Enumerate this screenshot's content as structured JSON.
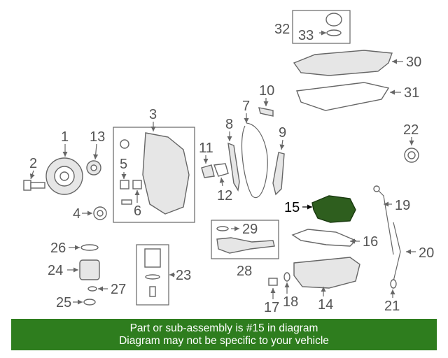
{
  "diagram": {
    "highlighted_part": "15",
    "highlight_color": "#2e5e1e",
    "callouts": [
      "1",
      "2",
      "3",
      "4",
      "5",
      "6",
      "7",
      "8",
      "9",
      "10",
      "11",
      "12",
      "13",
      "15",
      "16",
      "17",
      "18",
      "19",
      "20",
      "21",
      "22",
      "23",
      "24",
      "25",
      "26",
      "27",
      "28",
      "29",
      "30",
      "31",
      "32",
      "33",
      "14"
    ]
  },
  "banner": {
    "line1": "Part or sub-assembly is #15 in diagram",
    "line2": "Diagram may not be specific to your vehicle",
    "background": "#2e7d1e"
  }
}
